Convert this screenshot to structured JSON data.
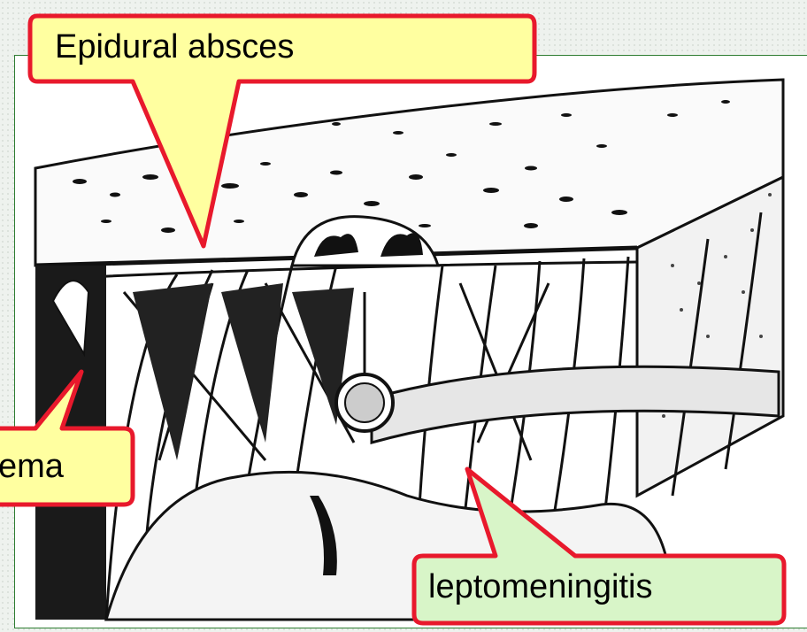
{
  "labels": {
    "epidural": "Epidural absces",
    "empyema": "ema",
    "leptomeningitis": "leptomeningitis"
  },
  "colors": {
    "frame": "#2e7d32",
    "callout_yellow": "#ffffa0",
    "callout_green": "#d8f5c8",
    "callout_border": "#e8192c"
  }
}
